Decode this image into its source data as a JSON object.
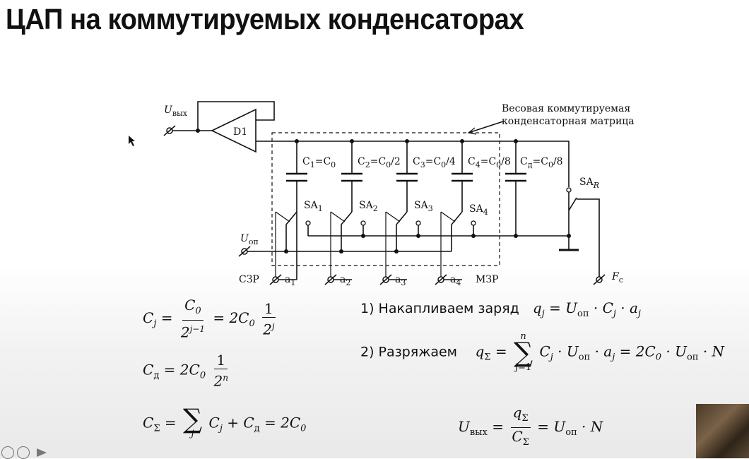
{
  "slide": {
    "title": "ЦАП на коммутируемых конденсаторах"
  },
  "circuit": {
    "u_out": "U",
    "u_out_sub": "вых",
    "amp": "D1",
    "matrix_label_1": "Весовая коммутируемая",
    "matrix_label_2": "конденсаторная матрица",
    "caps": [
      {
        "label": "C",
        "sub": "1",
        "eq": "=C",
        "eqsub": "0",
        "tail": ""
      },
      {
        "label": "C",
        "sub": "2",
        "eq": "=C",
        "eqsub": "0",
        "tail": "/2"
      },
      {
        "label": "C",
        "sub": "3",
        "eq": "=C",
        "eqsub": "0",
        "tail": "/4"
      },
      {
        "label": "C",
        "sub": "4",
        "eq": "=C",
        "eqsub": "0",
        "tail": "/8"
      },
      {
        "label": "C",
        "sub": "д",
        "eq": "=C",
        "eqsub": "0",
        "tail": "/8"
      }
    ],
    "switches": [
      {
        "label": "SA",
        "sub": "1"
      },
      {
        "label": "SA",
        "sub": "2"
      },
      {
        "label": "SA",
        "sub": "3"
      },
      {
        "label": "SA",
        "sub": "4"
      },
      {
        "label": "SA",
        "sub": "R"
      }
    ],
    "u_ref": "U",
    "u_ref_sub": "оп",
    "msb": "СЗР",
    "lsb": "МЗР",
    "inputs": [
      {
        "label": "a",
        "sub": "1"
      },
      {
        "label": "a",
        "sub": "2"
      },
      {
        "label": "a",
        "sub": "3"
      },
      {
        "label": "a",
        "sub": "4"
      }
    ],
    "fc": "F",
    "fc_sub": "c"
  },
  "formulas": {
    "step1_text": "1) Накапливаем заряд",
    "step2_text": "2) Разряжаем",
    "cj_label": "C",
    "cd_sub": "д",
    "sigma_sub": "Σ",
    "op_sub": "оп",
    "out_sub": "вых"
  }
}
